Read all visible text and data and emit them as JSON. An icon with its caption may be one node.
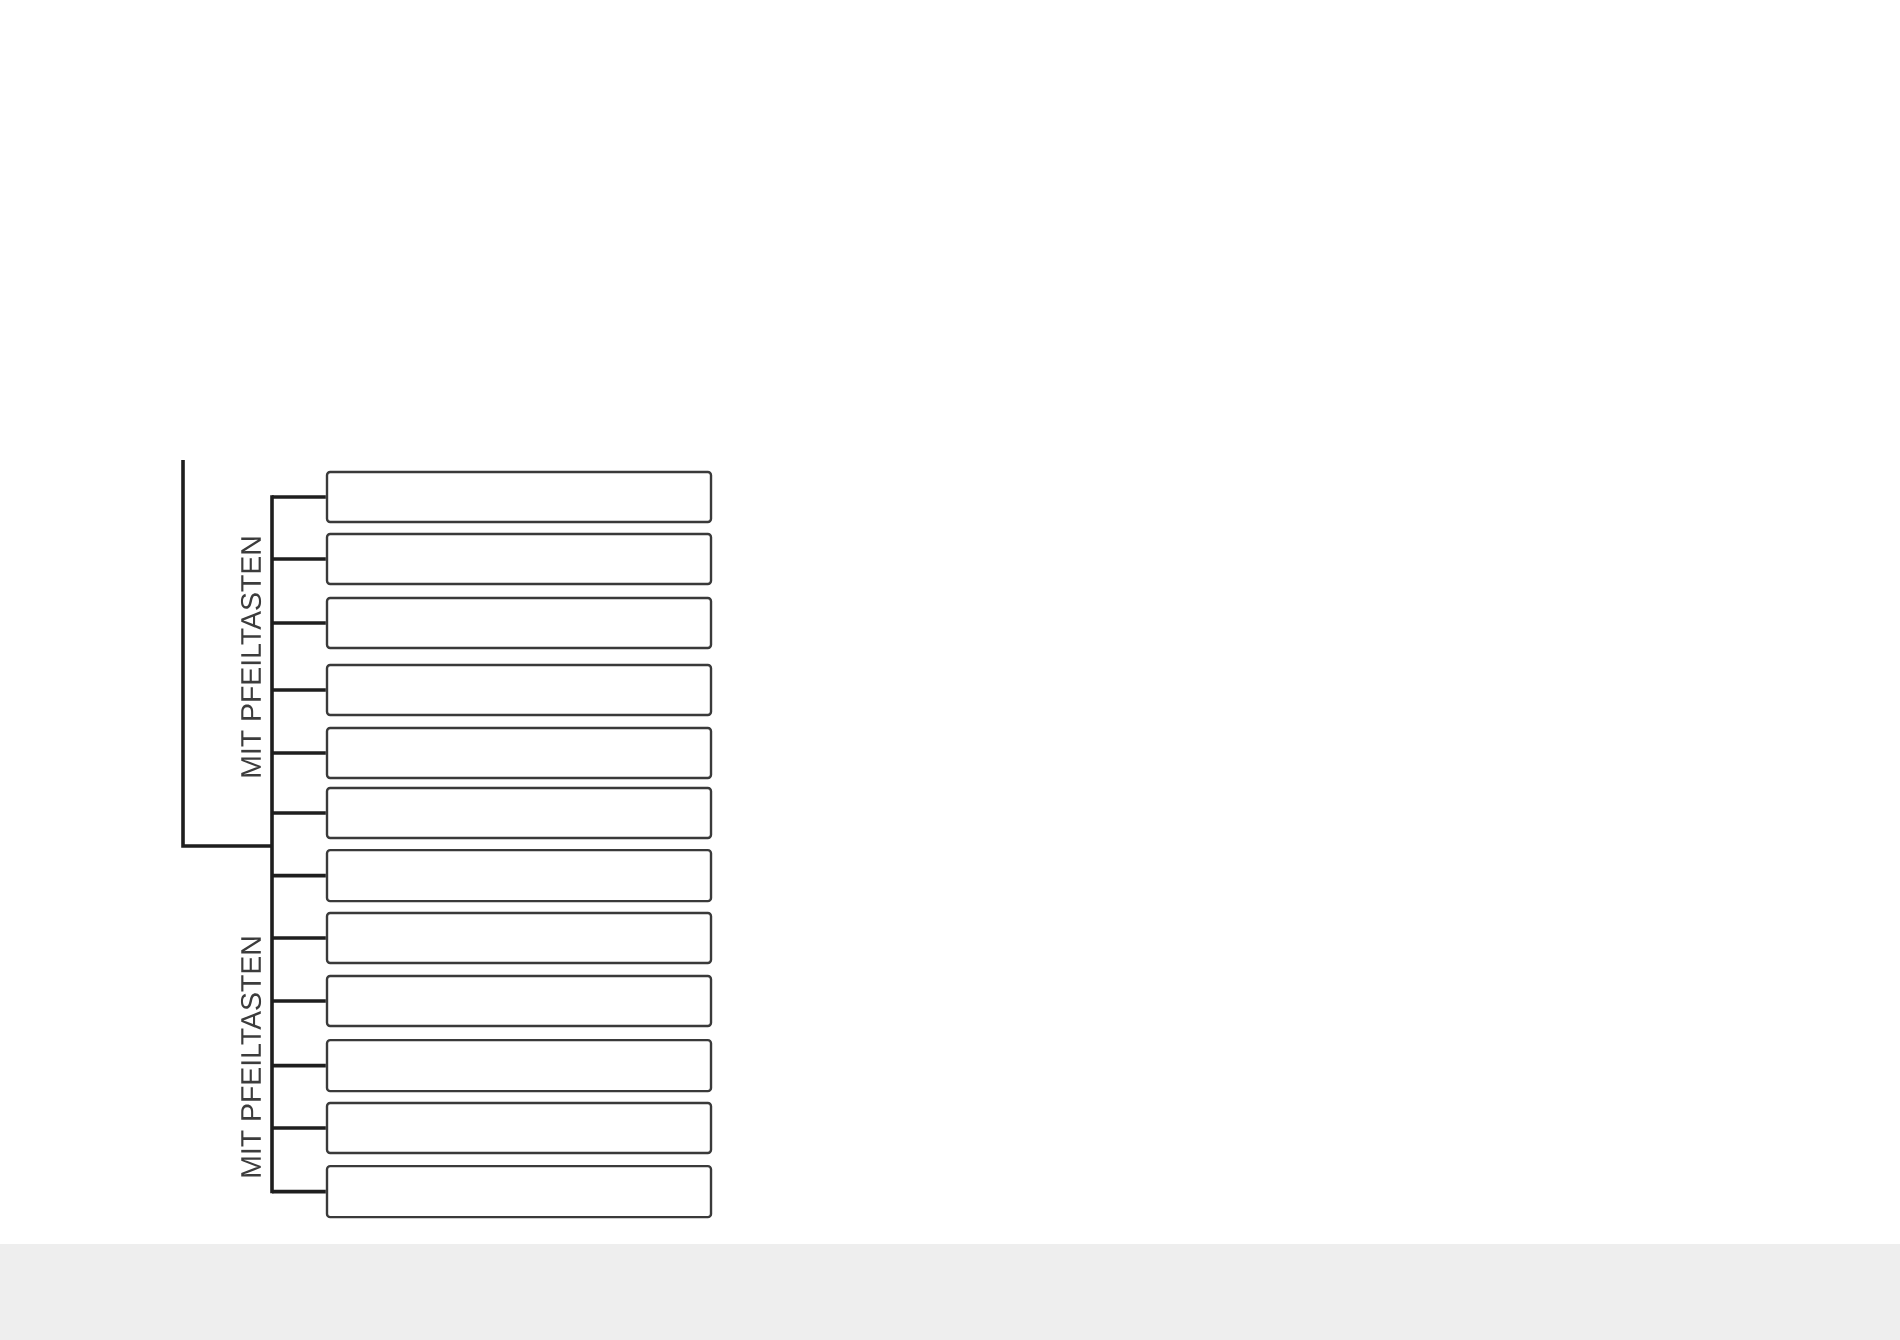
{
  "diagram": {
    "nodes": [
      {
        "text": [],
        "shape": "box"
      },
      {
        "text": [],
        "shape": "box"
      },
      {
        "text": [],
        "shape": "box"
      },
      {
        "text": [],
        "shape": "box"
      },
      {
        "text": [],
        "shape": "box"
      },
      {
        "text": [],
        "shape": "box"
      },
      {
        "text": [],
        "shape": "box"
      },
      {
        "text": [],
        "shape": "box"
      },
      {
        "text": [],
        "shape": "box"
      },
      {
        "text": [],
        "shape": "box"
      },
      {
        "text": [],
        "shape": "box"
      },
      {
        "text": [],
        "shape": "box"
      }
    ],
    "edges": [
      {
        "from": null,
        "to": 0,
        "arrow": "none"
      },
      {
        "from": null,
        "to": 1,
        "arrow": "none"
      },
      {
        "from": null,
        "to": 2,
        "arrow": "none"
      },
      {
        "from": null,
        "to": 3,
        "arrow": "none"
      },
      {
        "from": null,
        "to": 4,
        "arrow": "none"
      },
      {
        "from": null,
        "to": 5,
        "arrow": "none"
      },
      {
        "from": null,
        "to": 6,
        "arrow": "none"
      },
      {
        "from": null,
        "to": 7,
        "arrow": "none"
      },
      {
        "from": null,
        "to": 8,
        "arrow": "none"
      },
      {
        "from": null,
        "to": 9,
        "arrow": "none"
      },
      {
        "from": null,
        "to": 10,
        "arrow": "none"
      },
      {
        "from": null,
        "to": 11,
        "arrow": "none"
      }
    ],
    "labels": [
      "MIT PFEILTASTEN",
      "MIT PFEILTASTEN"
    ]
  }
}
